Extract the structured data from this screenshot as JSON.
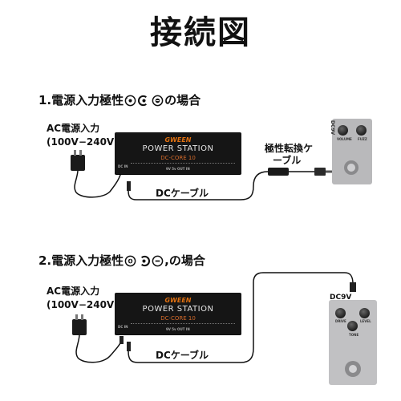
{
  "title": "接続図",
  "section1": {
    "prefix": "1.電源入力極性",
    "suffix": "の場合"
  },
  "section2": {
    "prefix": "2.電源入力極性",
    "suffix": ",の場合"
  },
  "ac_label": {
    "line1": "AC電源入力",
    "line2": "(100V−240V)"
  },
  "dc_cable_label": "DCケーブル",
  "converter_label": {
    "line1": "極性転換ケ",
    "line2": "ーブル"
  },
  "power_unit": {
    "brand": "GWEEN",
    "name": "POWER STATION",
    "model": "DC-CORE 10",
    "port_label": "DC IN",
    "out_label": "9V 5v OUT IN"
  },
  "pedal1": {
    "knob1": "VOLUME",
    "knob2": "FUZZ",
    "dc_label": "DC9V"
  },
  "pedal2": {
    "dc_label": "DC9V",
    "knob1": "DRIVE",
    "knob2": "LEVEL",
    "knob3": "TONE"
  },
  "colors": {
    "unit_body": "#151515",
    "brand": "#e07010",
    "pedal": "#bdbdbf"
  }
}
